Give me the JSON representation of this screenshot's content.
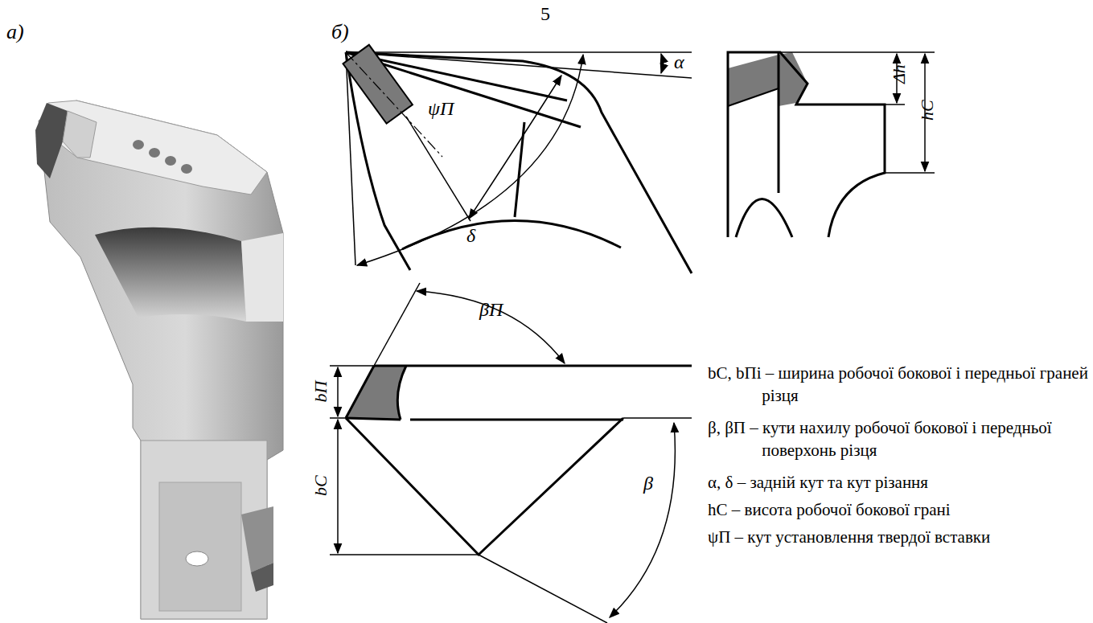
{
  "diagram": {
    "labels": [
      "5",
      "а)",
      "б)",
      "α",
      "ψП",
      "δ",
      "Δh",
      "hC",
      "βП",
      "bП",
      "bC",
      "β",
      "bC, bПi – ширина робочої бокової і передньої граней різця",
      "β, βП – кути нахилу робочої бокової і передньої поверхонь різця",
      "α, δ – задній кут та кут різання",
      "hC – висота робочої бокової грані",
      "ψП – кут установлення твердої вставки"
    ]
  }
}
